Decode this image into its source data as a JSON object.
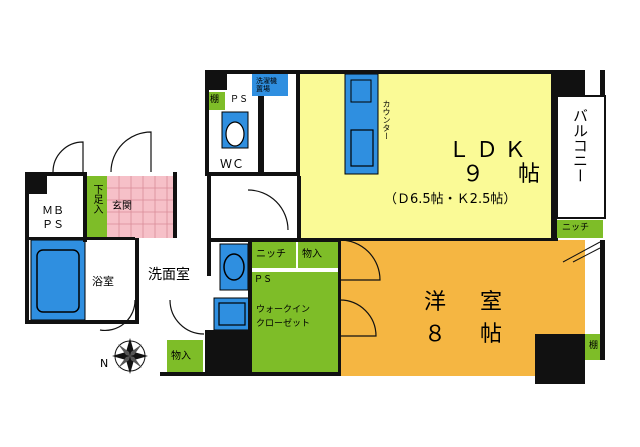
{
  "rooms": {
    "ldk": {
      "name": "ＬＤＫ",
      "size": "９　帖",
      "detail": "（Ｄ6.5帖・Ｋ2.5帖）"
    },
    "western": {
      "name": "洋　室",
      "size": "８　帖"
    },
    "balcony": "バルコニー",
    "wc": "ＷＣ",
    "washroom": "洗面室",
    "bath": "浴室",
    "entrance": "玄関",
    "shoe_closet": "下足入",
    "mbps": "ＭＢ\nＰＳ",
    "walkin_closet": "ウォークイン\nクローゼット"
  },
  "fixtures": {
    "counter": "カウンター",
    "storage_lower": "物入",
    "storage_mid": "物入",
    "niche_mid": "ニッチ",
    "niche_balcony": "ニッチ",
    "shelf_wc": "棚",
    "shelf_western": "棚",
    "ps_wc": "ＰＳ",
    "ps_wash": "ＰＳ",
    "washer_space": "洗濯機\n置場"
  },
  "compass": {
    "north": "N"
  },
  "colors": {
    "ldk": "#fafa96",
    "western": "#f5b642",
    "green": "#7ebd28",
    "blue": "#2f8fe0",
    "pink": "#f6c0c8",
    "wall": "#111111"
  }
}
